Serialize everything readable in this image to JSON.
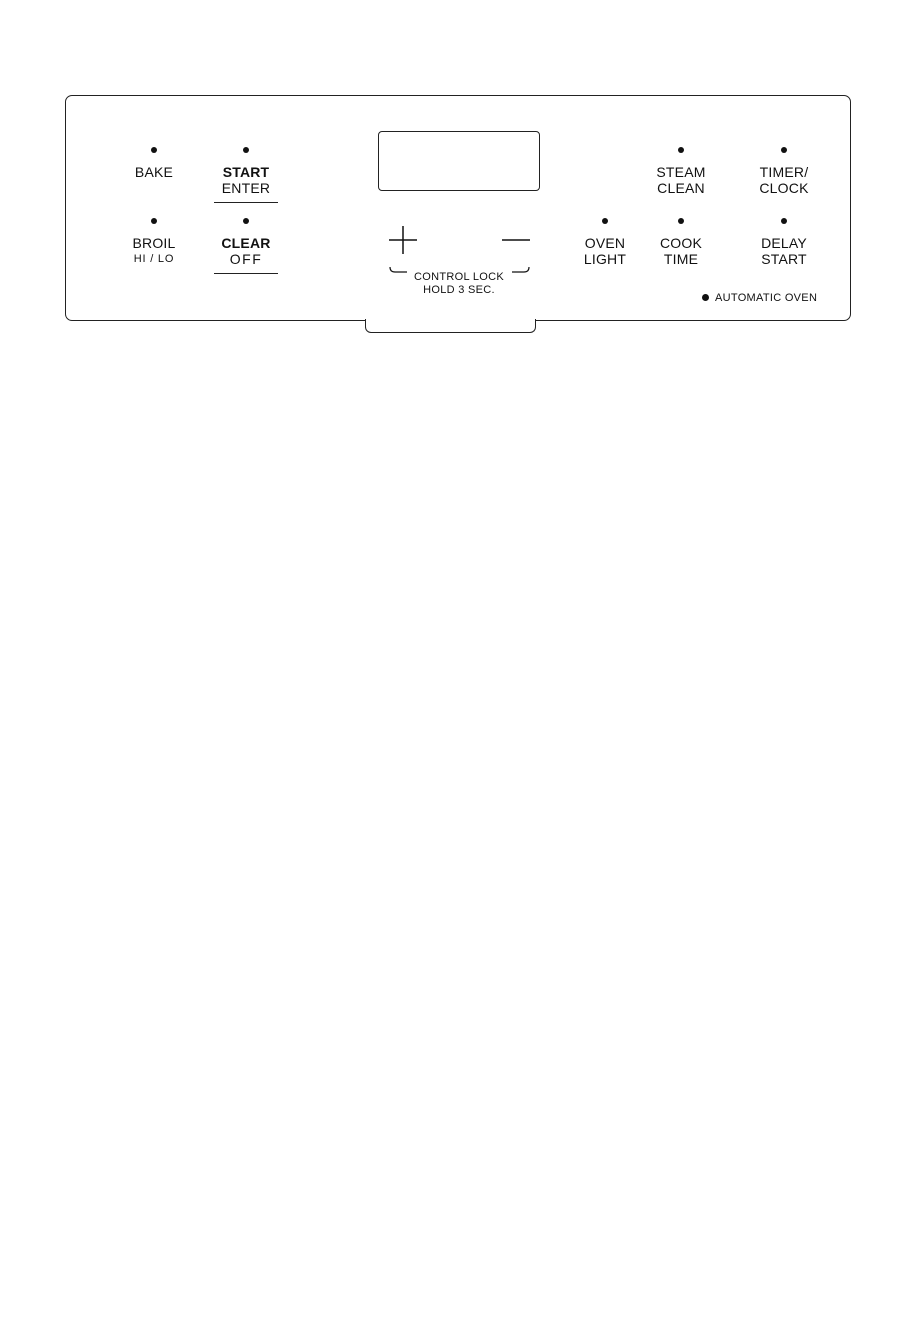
{
  "buttons": {
    "bake": {
      "line1": "BAKE"
    },
    "start": {
      "line1": "START",
      "line2": "ENTER"
    },
    "steam_clean": {
      "line1": "STEAM",
      "line2": "CLEAN"
    },
    "timer_clock": {
      "line1": "TIMER/",
      "line2": "CLOCK"
    },
    "broil": {
      "line1": "BROIL",
      "line2": "HI / LO"
    },
    "clear": {
      "line1": "CLEAR",
      "line2": "OFF"
    },
    "oven_light": {
      "line1": "OVEN",
      "line2": "LIGHT"
    },
    "cook_time": {
      "line1": "COOK",
      "line2": "TIME"
    },
    "delay_start": {
      "line1": "DELAY",
      "line2": "START"
    }
  },
  "control_lock": {
    "line1": "CONTROL LOCK",
    "line2": "HOLD 3 SEC."
  },
  "automatic_oven": {
    "label": "AUTOMATIC OVEN"
  }
}
